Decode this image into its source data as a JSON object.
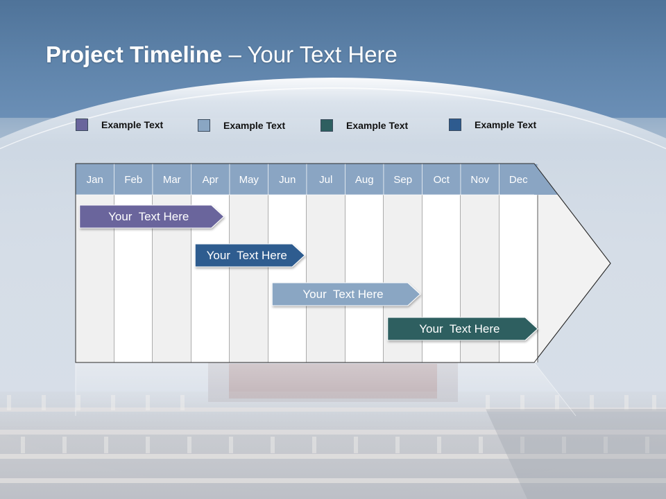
{
  "slide": {
    "title_bold": "Project Timeline",
    "title_rest": " – Your Text Here"
  },
  "legend": [
    {
      "label": "Example Text",
      "color": "#6a659c"
    },
    {
      "label": "Example Text",
      "color": "#8aa6c3"
    },
    {
      "label": "Example Text",
      "color": "#2e5f60"
    },
    {
      "label": "Example Text",
      "color": "#2e5b8f"
    }
  ],
  "timeline": {
    "months": [
      "Jan",
      "Feb",
      "Mar",
      "Apr",
      "May",
      "Jun",
      "Jul",
      "Aug",
      "Sep",
      "Oct",
      "Nov",
      "Dec"
    ],
    "header_color": "#8aa5c3",
    "bars": [
      {
        "label": "Your  Text Here",
        "start_month": 1.05,
        "end_month": 4.85,
        "color": "#6a659c",
        "text_color": "#ffffff"
      },
      {
        "label": "Your  Text Here",
        "start_month": 4.05,
        "end_month": 6.95,
        "color": "#2e5b8f",
        "text_color": "#ffffff"
      },
      {
        "label": "Your  Text Here",
        "start_month": 6.05,
        "end_month": 9.95,
        "color": "#8aa6c3",
        "text_color": "#ffffff"
      },
      {
        "label": "Your  Text Here",
        "start_month": 9.05,
        "end_month": 13.0,
        "color": "#2e5f60",
        "text_color": "#ffffff"
      }
    ]
  }
}
